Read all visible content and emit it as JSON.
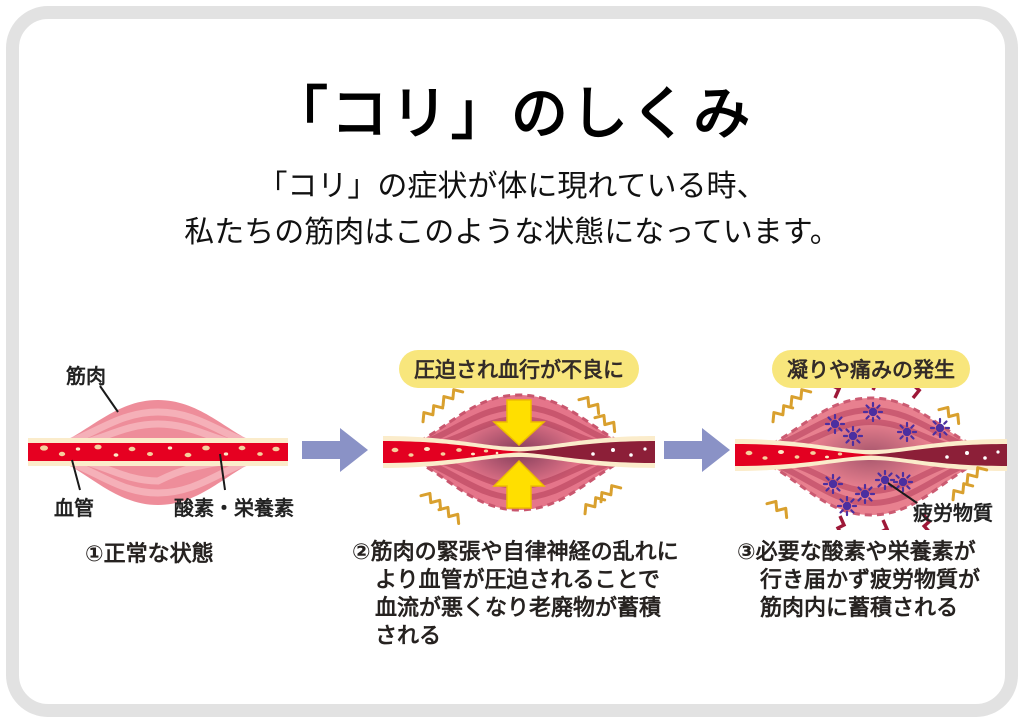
{
  "header": {
    "title": "「コリ」のしくみ",
    "subtitle_lines": [
      "「コリ」の症状が体に現れている時、",
      "私たちの筋肉はこのような状態になっています。"
    ]
  },
  "stage1": {
    "caption": "①正常な状態",
    "label_muscle": "筋肉",
    "label_vessel": "血管",
    "label_nutrients": "酸素・栄養素"
  },
  "stage2": {
    "badge": "圧迫され血行が不良に",
    "caption_lines": [
      "②筋肉の緊張や自律神経の乱れに",
      "より血管が圧迫されることで",
      "血流が悪くなり老廃物が蓄積",
      "される"
    ]
  },
  "stage3": {
    "badge": "凝りや痛みの発生",
    "label_fatigue": "疲労物質",
    "caption_lines": [
      "③必要な酸素や栄養素が",
      "行き届かず疲労物質が",
      "筋肉内に蓄積される"
    ]
  },
  "colors": {
    "frame_gray": "#e2e2e2",
    "flow_arrow_blue": "#8a92c6",
    "badge_yellow": "#f8e67c",
    "muscle_pink": "#ee8d9a",
    "muscle_stripe_light": "#f5b0b8",
    "muscle_tense_pink": "#e5758a",
    "muscle_stripe_dark": "#c9566e",
    "muscle_center_dark": "#6b2f4e",
    "vessel_border_cream": "#fbeccb",
    "vessel_red": "#e60021",
    "vessel_congested_dark": "#8c1f38",
    "nutrient_dot": "#f6cf9d",
    "compression_arrow_yellow": "#ffdf00",
    "tension_squiggle_yellow": "#d9a02e",
    "fatigue_burst_purple": "#4b2fa0",
    "pain_bolt_red": "#9e1838"
  }
}
